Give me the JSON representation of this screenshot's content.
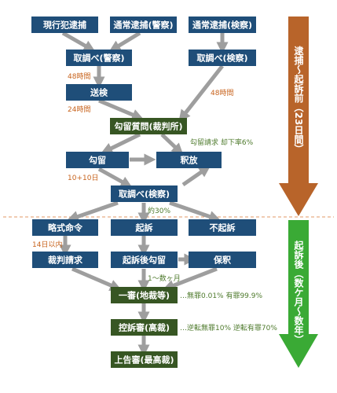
{
  "nodes": {
    "genkohan": "現行犯逮捕",
    "tsujo_keisatsu": "通常逮捕(警察)",
    "tsujo_kensatsu": "通常逮捕(検察)",
    "torishirabe_keisatsu": "取調べ(警察)",
    "torishirabe_kensatsu_top": "取調べ(検察)",
    "soken": "送検",
    "koryu_shitsumon": "勾留質問(裁判所)",
    "koryu": "勾留",
    "shakuho": "釈放",
    "torishirabe_kensatsu": "取調べ(検察)",
    "ryakushiki": "略式命令",
    "kiso": "起訴",
    "fukiso": "不起訴",
    "saiban_seikyu": "裁判請求",
    "kisogo_koryu": "起訴後勾留",
    "hoshaku": "保釈",
    "isshin": "一審(地裁等)",
    "koso": "控訴審(高裁)",
    "jokoku": "上告審(最高裁)"
  },
  "notes": {
    "h48_left": "48時間",
    "h24": "24時間",
    "h48_right": "48時間",
    "koryu_seikyu": "勾留請求 却下率6%",
    "days_10_10": "10+10日",
    "approx_30": "約30%",
    "days_14": "14日以内",
    "months": "1～数ヶ月",
    "isshin_rates": "…無罪0.01% 有罪99.9%",
    "koso_rates": "…逆転無罪10% 逆転有罪70%"
  },
  "phases": {
    "before": "逮捕～起訴前（23日間）",
    "after": "起訴後（数ケ月～数年）"
  },
  "colors": {
    "node_blue": "#1f4e79",
    "node_green": "#375623",
    "arrow_gray": "#9e9e9e",
    "phase_before": "#b8642a",
    "phase_after": "#3aaa35",
    "divider": "#e39a64"
  },
  "icons": {
    "arrow": "gray-block-arrow",
    "phase_arrow": "down-block-arrow"
  }
}
